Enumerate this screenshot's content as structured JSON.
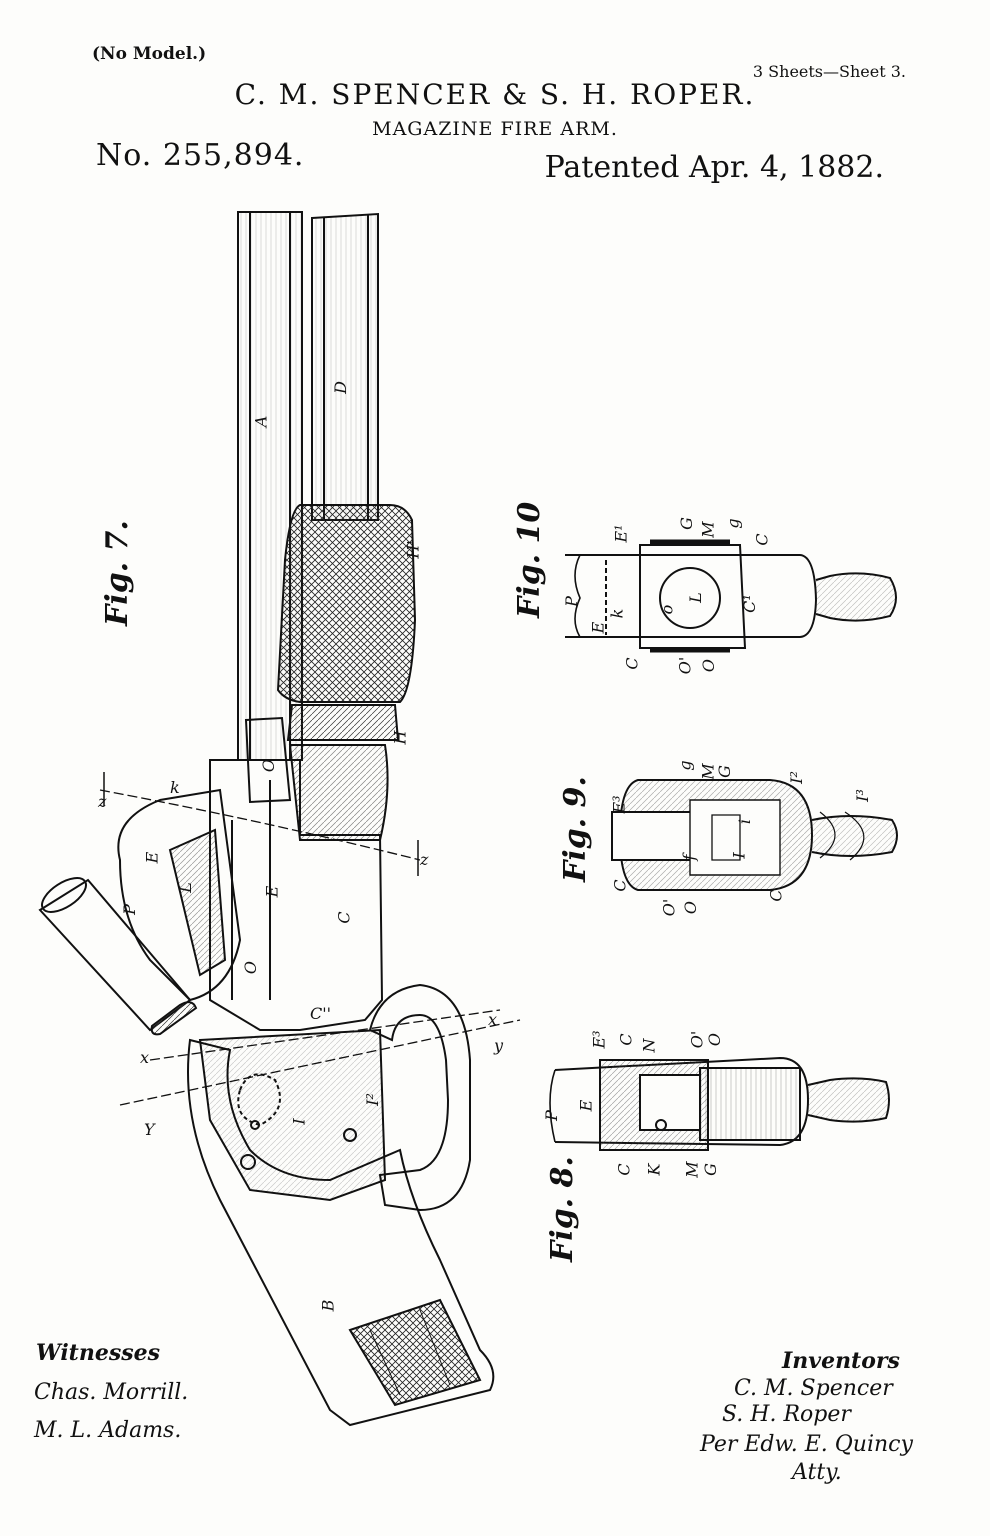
{
  "header": {
    "no_model": "(No Model.)",
    "sheets": "3 Sheets—Sheet 3.",
    "title": "C. M. SPENCER & S. H. ROPER.",
    "subtitle": "MAGAZINE FIRE ARM.",
    "number": "No. 255,894.",
    "patented": "Patented Apr. 4, 1882."
  },
  "figures": {
    "fig7": "Fig. 7.",
    "fig8": "Fig. 8.",
    "fig9": "Fig. 9.",
    "fig10": "Fig. 10"
  },
  "fig7_letters": {
    "a": "A",
    "d": "D",
    "h_prime": "H'",
    "h": "H",
    "o": "O",
    "k": "k",
    "z1": "z",
    "z2": "z",
    "e": "E",
    "p": "P",
    "e2": "E",
    "c": "C",
    "l": "L",
    "o2": "O",
    "x1": "x",
    "x2": "x",
    "y1": "y",
    "y2": "Y",
    "i2": "I²",
    "i": "I",
    "b": "B",
    "c11": "C''"
  },
  "fig8_letters": {
    "e3": "E³",
    "c": "C",
    "n": "N",
    "o_prime": "O'",
    "o": "O",
    "p": "P",
    "e": "E",
    "k": "K",
    "m": "M",
    "g": "G",
    "c_lower": "C"
  },
  "fig9_letters": {
    "g": "g",
    "m": "M",
    "g_cap": "G",
    "i2": "I²",
    "e3": "E³",
    "i3": "I³",
    "i_lower": "i",
    "i": "I",
    "f": "f",
    "c": "C",
    "o_prime": "O'",
    "o": "O",
    "c_right": "C"
  },
  "fig10_letters": {
    "e1": "E¹",
    "g": "G",
    "m": "M",
    "g_lower": "g",
    "c": "C",
    "p": "P",
    "k": "k",
    "l": "L",
    "c1": "C¹",
    "e": "E",
    "o": "o",
    "c_lower": "C",
    "o_prime": "O'",
    "o2": "O"
  },
  "witnesses": {
    "heading": "Witnesses",
    "sig1": "Chas. Morrill.",
    "sig2": "M. L. Adams."
  },
  "inventors": {
    "heading": "Inventors",
    "sig1": "C. M. Spencer",
    "sig2": "S. H. Roper",
    "sig3": "Per Edw. E. Quincy",
    "sig4": "Atty."
  }
}
